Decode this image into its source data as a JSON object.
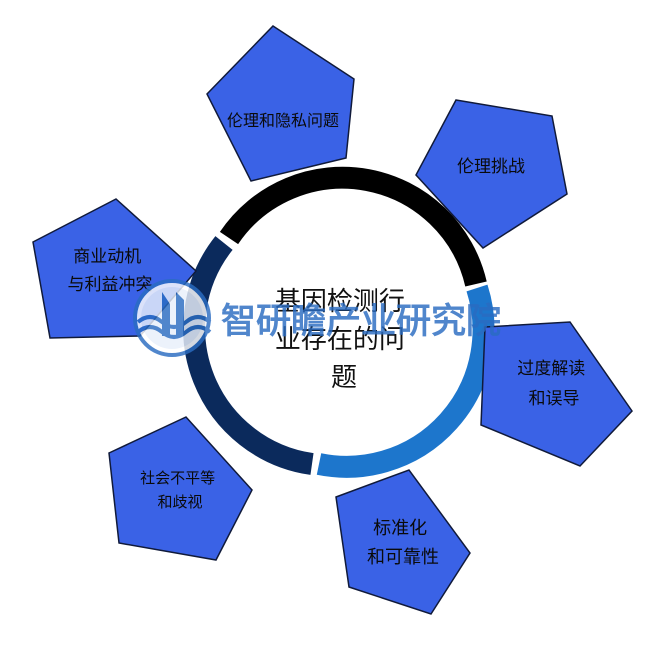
{
  "center": {
    "lines": [
      "基因检测行",
      "业存在的问",
      "题"
    ]
  },
  "issues": [
    {
      "lines": [
        "伦理和隐私问题"
      ]
    },
    {
      "lines": [
        "伦理挑战"
      ]
    },
    {
      "lines": [
        "过度解读",
        "和误导"
      ]
    },
    {
      "lines": [
        "标准化",
        "和可靠性"
      ]
    },
    {
      "lines": [
        "社会不平等",
        "和歧视"
      ]
    },
    {
      "lines": [
        "商业动机",
        "与利益冲突"
      ]
    }
  ],
  "watermark": {
    "text": "智研瞻产业研究院"
  },
  "colors": {
    "pentagon_fill": "#3a62e6",
    "pentagon_stroke": "#101a3a",
    "ring_black": "#000000",
    "ring_light_blue": "#1d76cc",
    "ring_dark_navy": "#0b2a5c",
    "watermark_text": "#2a6cc2",
    "watermark_logo": "#2a6cc2"
  }
}
